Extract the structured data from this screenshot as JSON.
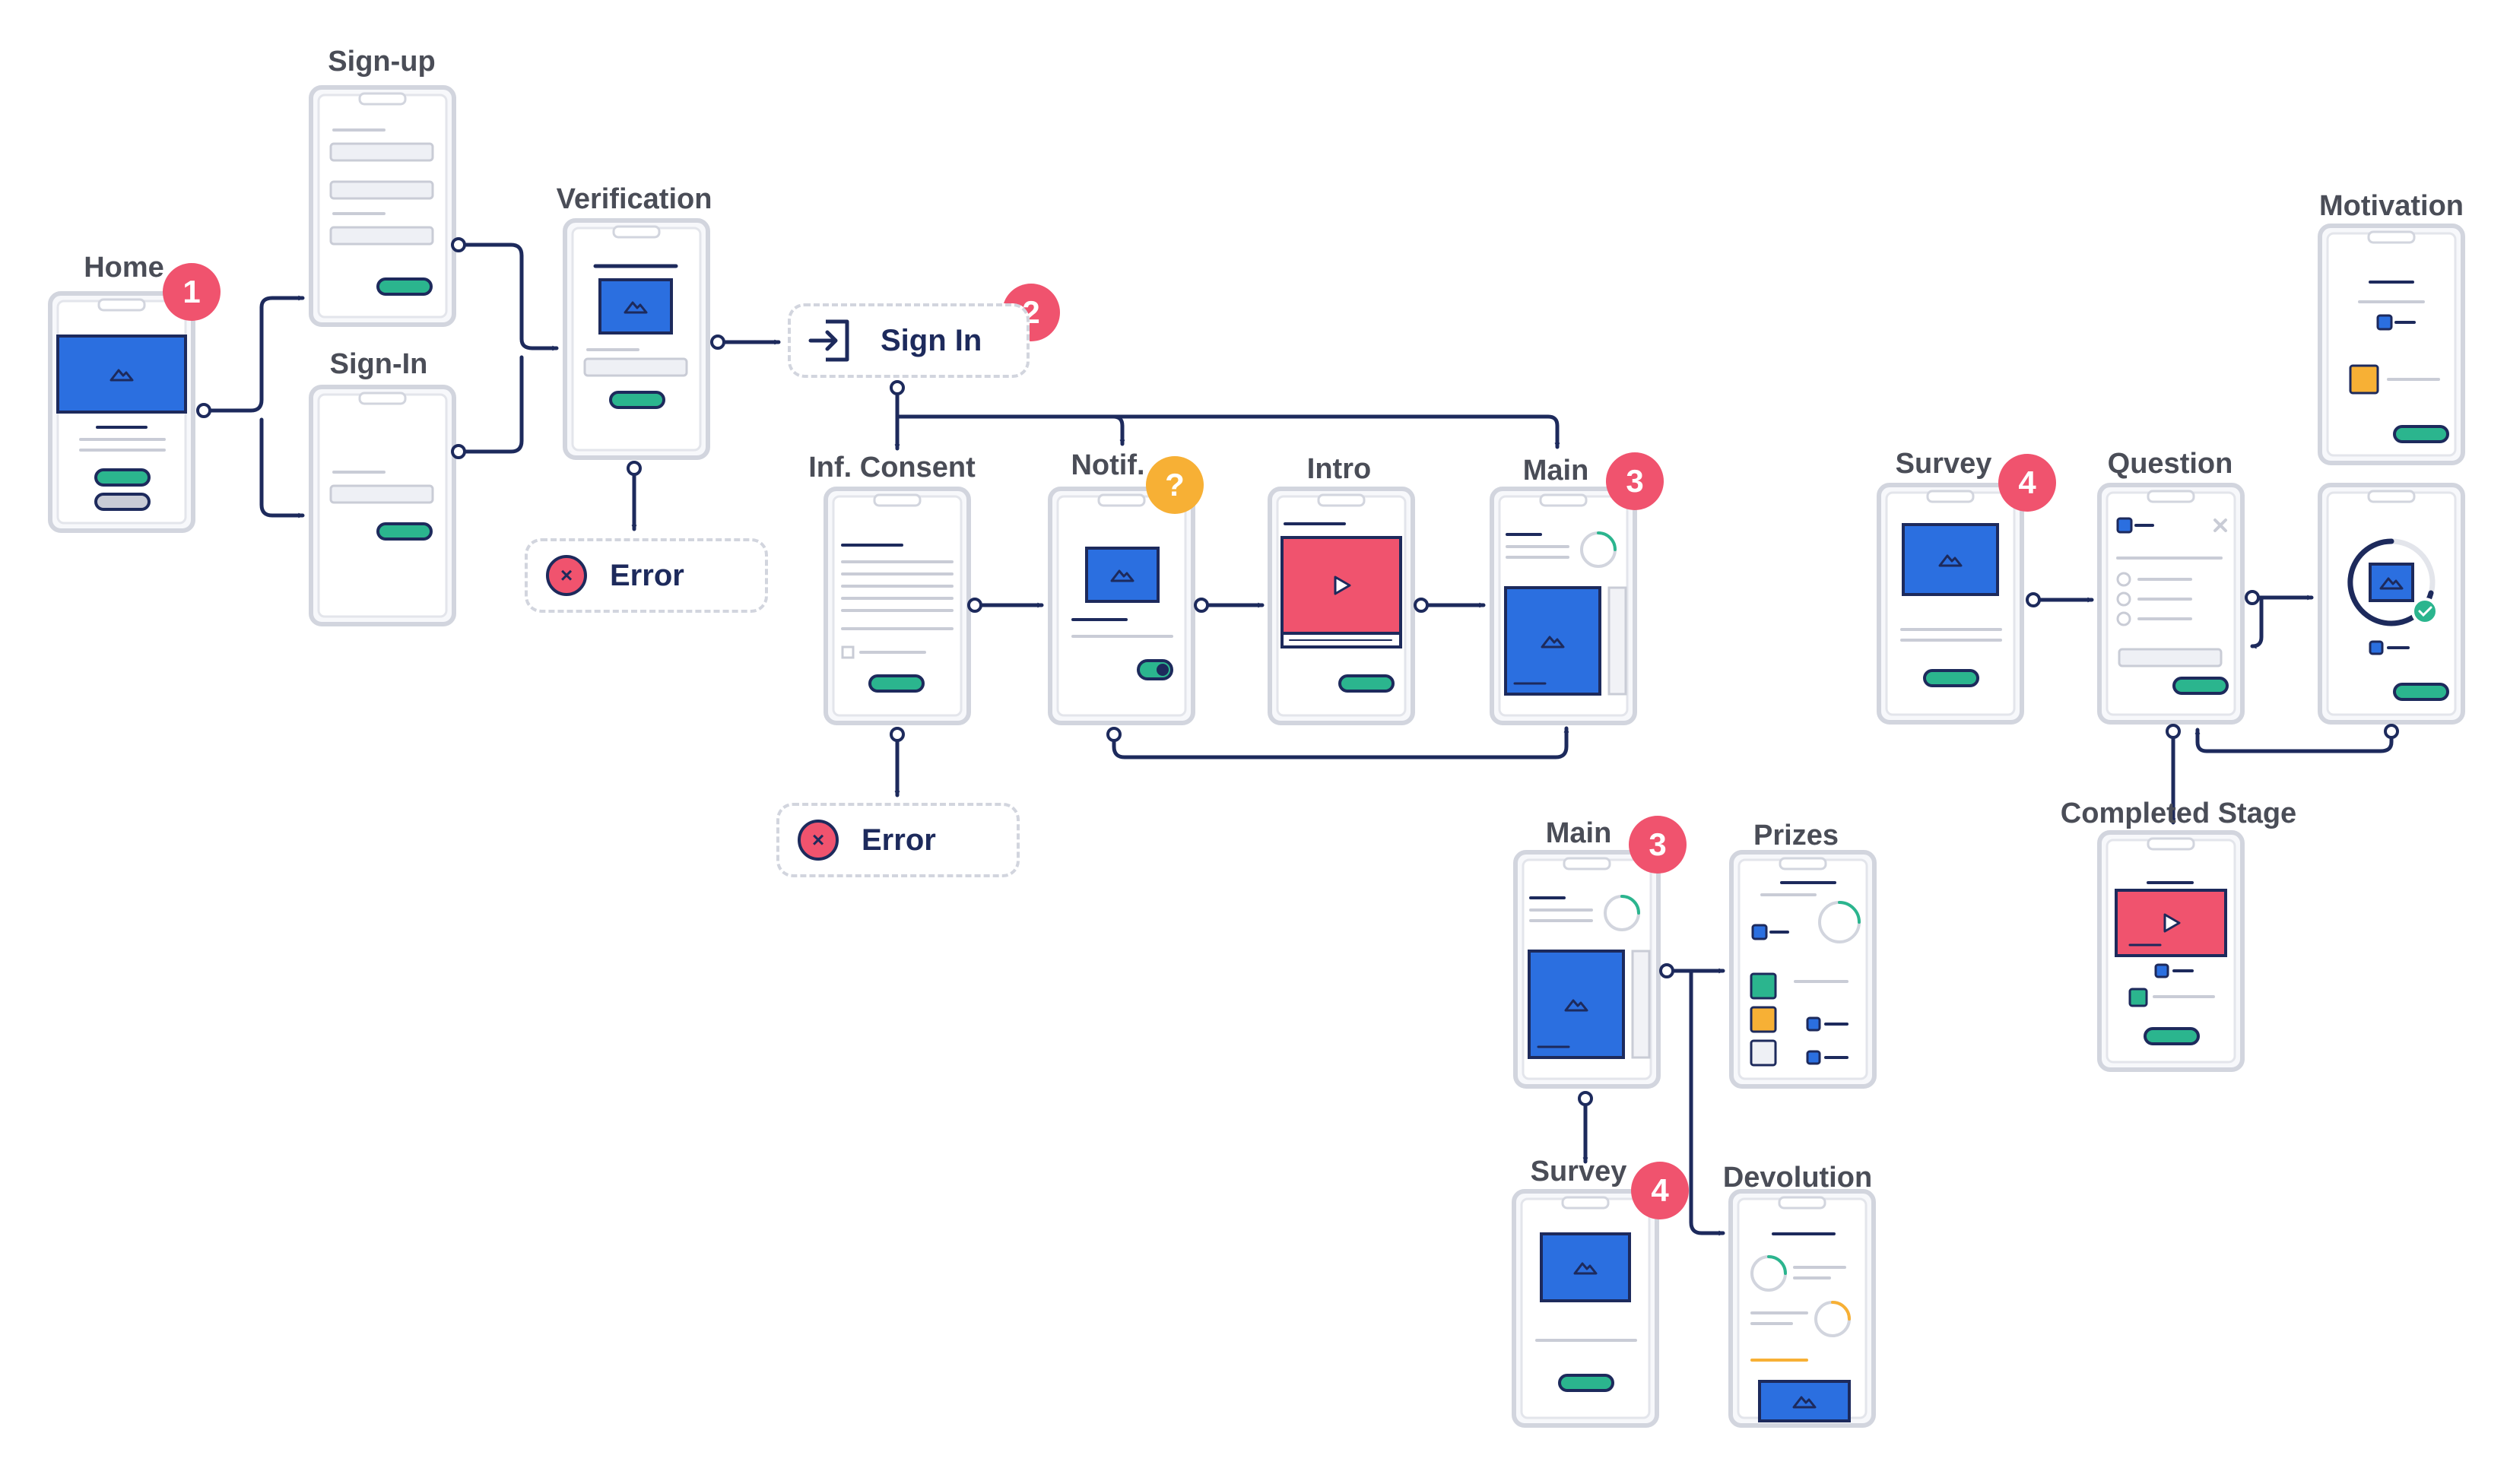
{
  "screens": {
    "home": "Home",
    "signup": "Sign-up",
    "signin": "Sign-In",
    "verification": "Verification",
    "consent": "Inf. Consent",
    "notif": "Notif.",
    "intro": "Intro",
    "main": "Main",
    "main2": "Main",
    "prizes": "Prizes",
    "survey_lower": "Survey",
    "devolution": "Devolution",
    "survey": "Survey",
    "question": "Question",
    "motivation": "Motivation",
    "completed": "Completed Stage"
  },
  "badges": {
    "home": "1",
    "signin_box": "2",
    "main": "3",
    "main2": "3",
    "survey_lower": "4",
    "survey": "4",
    "notif": "?"
  },
  "boxes": {
    "signin": "Sign In",
    "error1": "Error",
    "error2": "Error"
  },
  "colors": {
    "outline": "#d2d5de",
    "navy": "#1d2a5c",
    "blue": "#2b6fe0",
    "green": "#2bb58e",
    "pink": "#f0536e",
    "amber": "#f7b035"
  }
}
